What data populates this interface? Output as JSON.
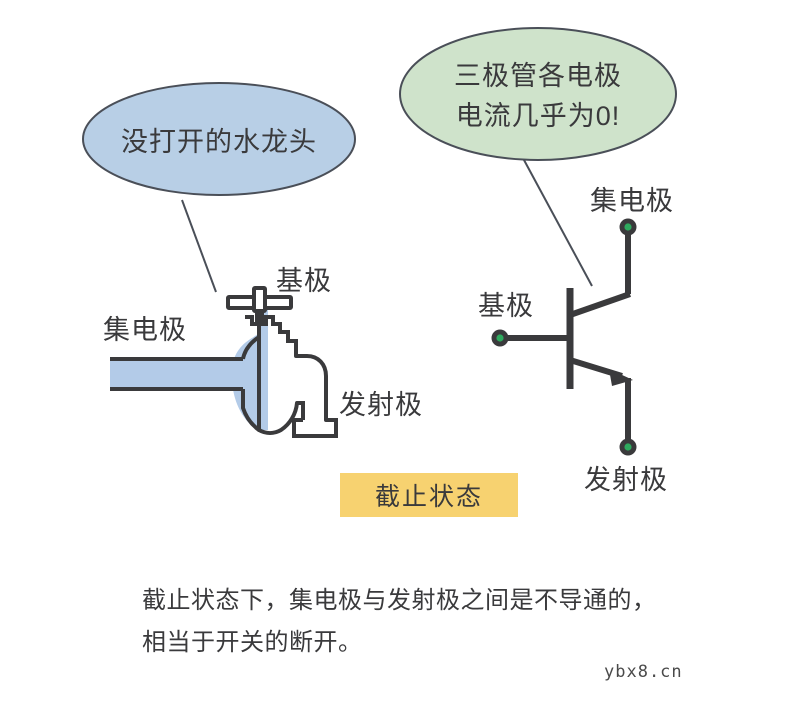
{
  "page": {
    "title": "三极管截止状态示意图",
    "background": "#ffffff"
  },
  "colors": {
    "blue_callout_fill": "#b8cfe6",
    "green_callout_fill": "#cfe3cb",
    "callout_stroke": "#4a4f58",
    "water_fill": "#b3cbe8",
    "line_dark": "#3a3a3c",
    "badge_fill": "#f7d270",
    "terminal_green": "#2eaa5e",
    "text": "#3a3a3c"
  },
  "callouts": [
    {
      "id": "blue-callout",
      "name": "faucet-callout",
      "fill": "#b8cfe6",
      "lines": [
        "没打开的水龙头"
      ]
    },
    {
      "id": "green-callout",
      "name": "transistor-callout",
      "fill": "#cfe3cb",
      "lines": [
        "三极管各电极",
        "电流几乎为0!"
      ]
    }
  ],
  "faucet": {
    "name": "water-faucet-illustration",
    "labels": {
      "collector": "集电极",
      "base": "基极",
      "emitter": "发射极"
    }
  },
  "transistor": {
    "name": "npn-transistor-symbol",
    "labels": {
      "collector": "集电极",
      "base": "基极",
      "emitter": "发射极"
    }
  },
  "badge": {
    "label": "截止状态"
  },
  "caption": {
    "lines": [
      "截止状态下，集电极与发射极之间是不导通的，",
      "相当于开关的断开。"
    ]
  },
  "watermark": {
    "text": "ybx8.cn"
  }
}
